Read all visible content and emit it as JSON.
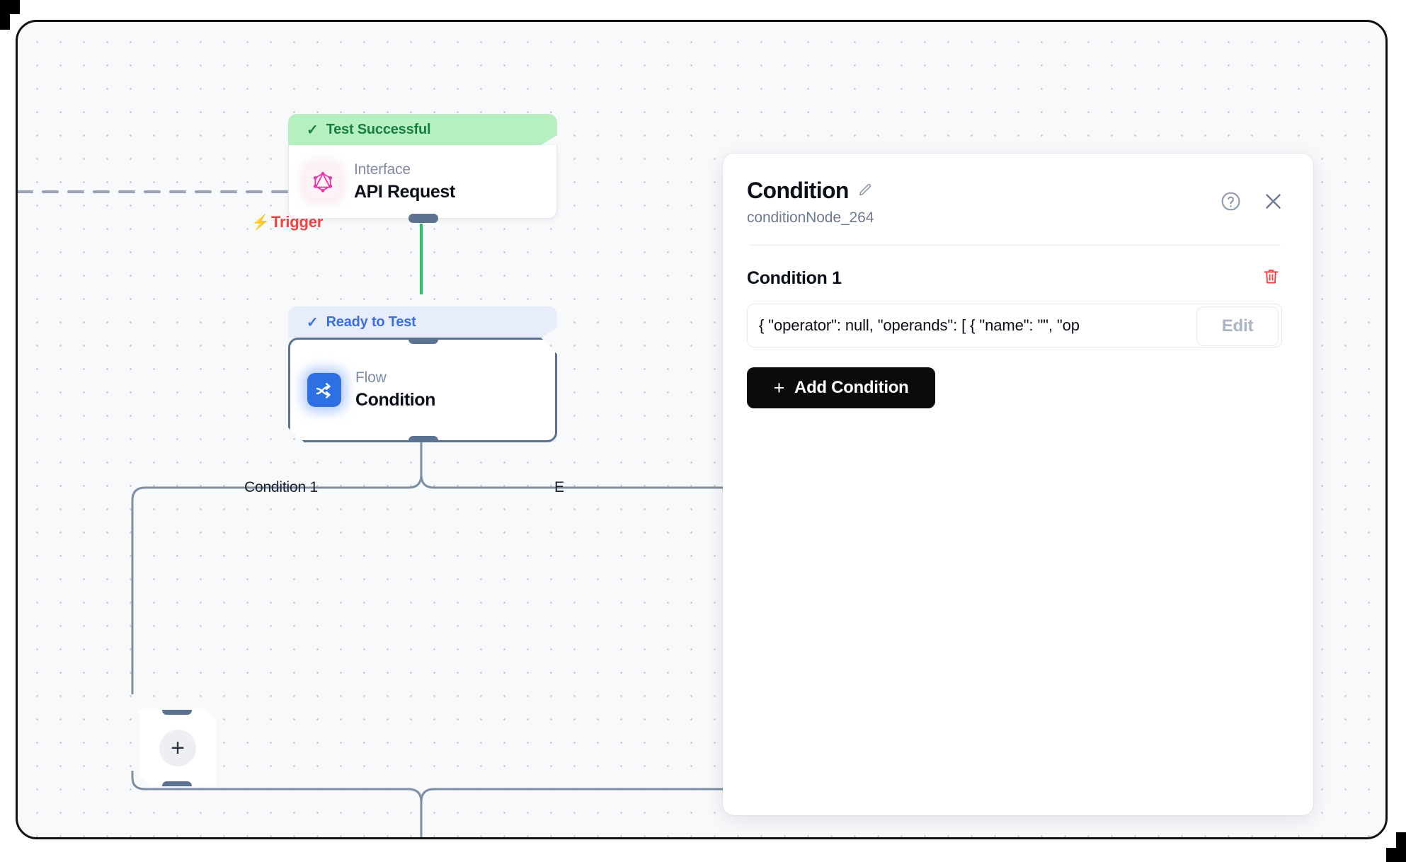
{
  "canvas": {
    "trigger": {
      "label": "Trigger",
      "icon": "lightning-bolt-icon",
      "color": "#ef4444"
    },
    "nodes": [
      {
        "status": "Test Successful",
        "status_state": "success",
        "kind": "Interface",
        "title": "API Request",
        "icon": "graphql-icon"
      },
      {
        "status": "Ready to Test",
        "status_state": "ready",
        "kind": "Flow",
        "title": "Condition",
        "icon": "flow-split-icon"
      }
    ],
    "branches": [
      {
        "label": "Condition 1"
      },
      {
        "label": "E"
      }
    ],
    "add_node": {
      "label": "+",
      "icon": "plus-icon"
    }
  },
  "panel": {
    "title": "Condition",
    "edit_title_icon": "pencil-icon",
    "node_id": "conditionNode_264",
    "help_icon": "question-circle-icon",
    "close_icon": "close-icon",
    "condition": {
      "label": "Condition 1",
      "delete_icon": "trash-icon",
      "value": "{  \"operator\": null,  \"operands\": [   {    \"name\": \"\",    \"op",
      "edit_label": "Edit"
    },
    "add_condition_label": "Add Condition",
    "add_condition_plus": "+"
  },
  "colors": {
    "success_bg": "#b6f0c0",
    "success_fg": "#15803d",
    "ready_bg": "#e7edfb",
    "ready_fg": "#3b6fe0",
    "edge_active": "#22c55e",
    "edge_idle": "#7d8fa6",
    "handle": "#5b7391",
    "danger": "#ef4444",
    "graphql": "#e535ab",
    "flow_blue": "#2f6fe4"
  }
}
